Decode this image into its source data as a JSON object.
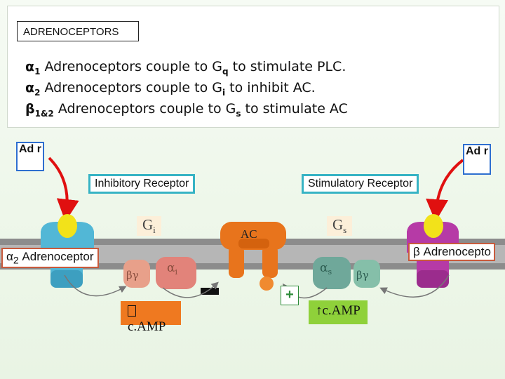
{
  "title": "ADRENOCEPTORS",
  "lines": [
    {
      "sym": "α",
      "sub": "1",
      "text": " Adrenoceptors couple to G",
      "gsub": "q",
      "tail": " to stimulate PLC."
    },
    {
      "sym": "α",
      "sub": "2",
      "text": " Adrenoceptors couple to G",
      "gsub": "i",
      "tail": " to inhibit AC."
    },
    {
      "sym": "β",
      "sub": "1&2",
      "text": " Adrenoceptors couple to G",
      "gsub": "s",
      "tail": " to stimulate AC"
    }
  ],
  "adr_left": "Ad r",
  "adr_right": "Ad r",
  "inhibitory_label": "Inhibitory Receptor",
  "stimulatory_label": "Stimulatory Receptor",
  "gi_label": {
    "main": "G",
    "sub": "i"
  },
  "gs_label": {
    "main": "G",
    "sub": "s"
  },
  "ac_label": "AC",
  "alpha2_label": {
    "sym": "α",
    "sub": "2",
    "text": " Adrenoceptor"
  },
  "beta_label": "β Adrenocepto",
  "beta_gamma": "βγ",
  "alpha_i": {
    "main": "α",
    "sub": "i"
  },
  "alpha_s": {
    "main": "α",
    "sub": "s"
  },
  "minus_sign": "−",
  "plus_sign": "+",
  "camp_down": "c.AMP",
  "camp_up": "↑c.AMP",
  "colors": {
    "receptor_left": "#52b7d6",
    "receptor_right": "#b63aa6",
    "ligand": "#f2e21a",
    "gi": "#e2837a",
    "gs": "#6fa89a",
    "ac": "#e8741c",
    "arrow": "#e01010",
    "camp_down_bg": "#ef7920",
    "camp_up_bg": "#8fd13a"
  }
}
